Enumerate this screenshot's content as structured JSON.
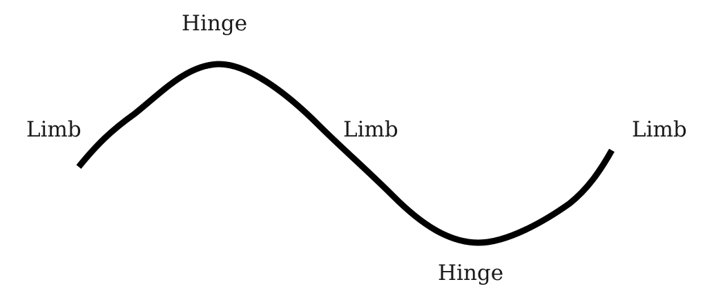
{
  "diagram": {
    "labels": {
      "hinge_top": "Hinge",
      "hinge_bottom": "Hinge",
      "limb_left": "Limb",
      "limb_middle": "Limb",
      "limb_right": "Limb"
    },
    "colors": {
      "line": "#000000",
      "text": "#1a1a1a",
      "background": "#ffffff"
    }
  }
}
